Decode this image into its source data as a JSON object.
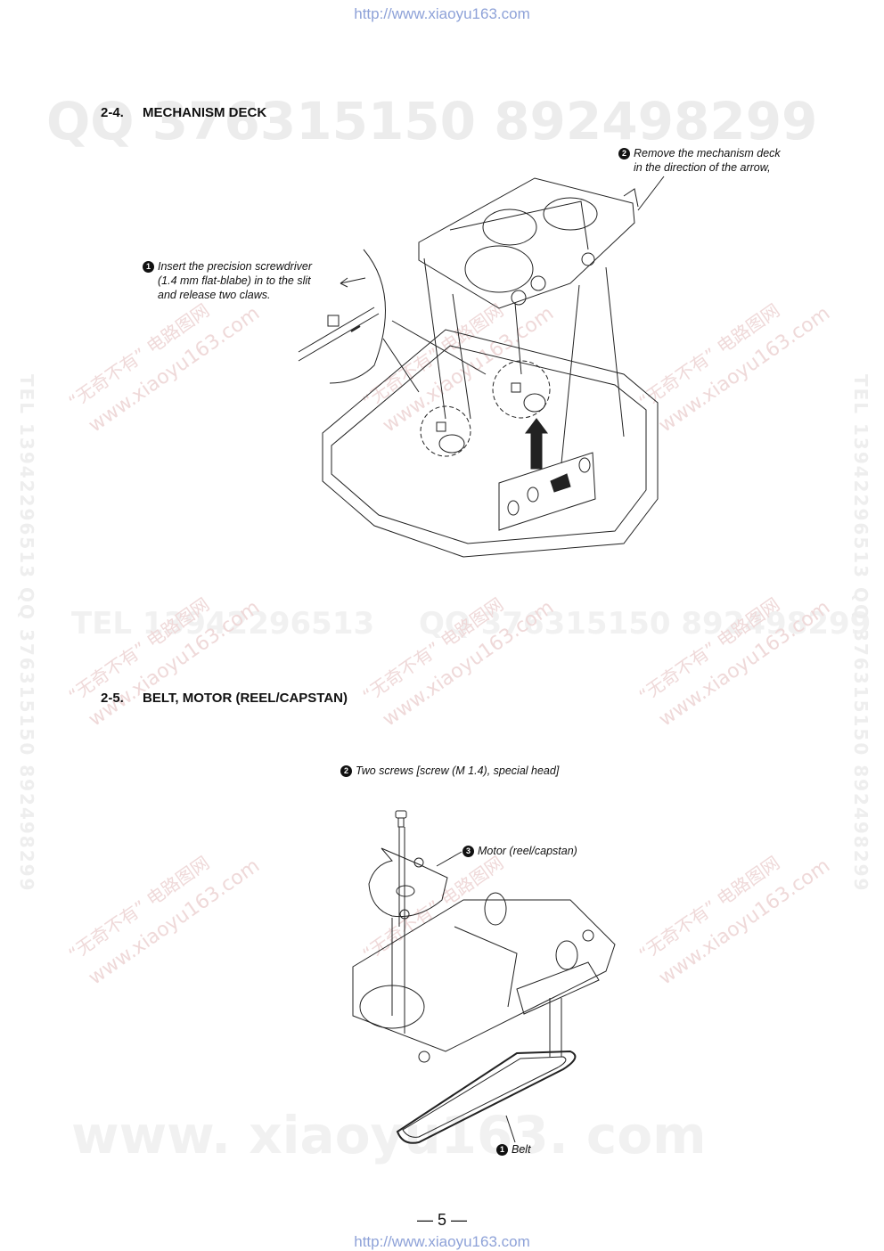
{
  "header_url": "http://www.xiaoyu163.com",
  "footer_url": "http://www.xiaoyu163.com",
  "section_1": {
    "number": "2-4.",
    "title": "MECHANISM DECK",
    "callout_1": {
      "badge": "1",
      "lines": [
        "Insert the precision screwdriver",
        "(1.4 mm flat-blabe) in to the slit",
        "and release two claws."
      ]
    },
    "callout_2": {
      "badge": "2",
      "lines": [
        "Remove the mechanism deck",
        "in the direction of the arrow,"
      ]
    }
  },
  "section_2": {
    "number": "2-5.",
    "title": "BELT, MOTOR (REEL/CAPSTAN)",
    "callout_1": {
      "badge": "1",
      "label": "Belt"
    },
    "callout_2": {
      "badge": "2",
      "label": "Two screws [screw (M 1.4), special head]"
    },
    "callout_3": {
      "badge": "3",
      "label": "Motor (reel/capstan)"
    }
  },
  "page_number": "— 5 —",
  "watermarks": {
    "qq_top": "QQ 376315150   892498299",
    "tel_mid": "TEL 13942296513",
    "qq_mid": "QQ 376315150   892498299",
    "www_bottom": "www. xiaoyu163. com",
    "vertical_left": "TEL 13942296513  QQ 376315150  892498299",
    "vertical_right": "TEL 13942296513  QQ 376315150  892498299",
    "cn_text": "“无奇不有” 电路图网",
    "cn_url": "www.xiaoyu163.com"
  }
}
